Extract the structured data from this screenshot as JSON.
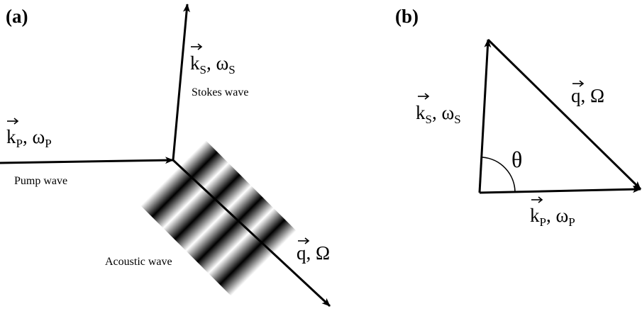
{
  "panel_a": {
    "label": "(a)",
    "stokes": {
      "vector": "k",
      "sub": "S",
      "omega": "ω",
      "omega_sub": "S",
      "caption": "Stokes wave"
    },
    "pump": {
      "vector": "k",
      "sub": "P",
      "omega": "ω",
      "omega_sub": "P",
      "caption": "Pump wave"
    },
    "acoustic": {
      "vector": "q",
      "freq": "Ω",
      "caption": "Acoustic wave"
    }
  },
  "panel_b": {
    "label": "(b)",
    "stokes": {
      "vector": "k",
      "sub": "S",
      "omega": "ω",
      "omega_sub": "S"
    },
    "pump": {
      "vector": "k",
      "sub": "P",
      "omega": "ω",
      "omega_sub": "P"
    },
    "acoustic": {
      "vector": "q",
      "freq": "Ω"
    },
    "angle": "θ"
  }
}
